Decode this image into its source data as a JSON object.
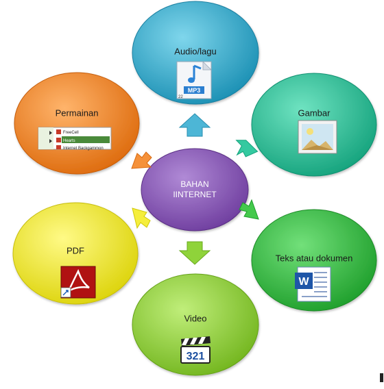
{
  "diagram": {
    "center": {
      "line1": "BAHAN",
      "line2": "IINTERNET",
      "color": "#8a55b8"
    },
    "nodes": [
      {
        "id": "audio",
        "label": "Audio/lagu",
        "color": "#2fa9c9",
        "icon": "mp3-file-icon",
        "icon_text": "MP3",
        "icon_badge": "22"
      },
      {
        "id": "gambar",
        "label": "Gambar",
        "color": "#1fbf95",
        "icon": "picture-icon"
      },
      {
        "id": "teks",
        "label": "Teks atau dokumen",
        "color": "#2ec23a",
        "icon": "word-document-icon",
        "icon_text": "W"
      },
      {
        "id": "video",
        "label": "Video",
        "color": "#8ed232",
        "icon": "video-player-icon",
        "icon_text": "321"
      },
      {
        "id": "pdf",
        "label": "PDF",
        "color": "#f2ed1a",
        "icon": "pdf-file-icon"
      },
      {
        "id": "permainan",
        "label": "Permainan",
        "color": "#f07e1c",
        "icon": "game-list-icon",
        "game_list": [
          "FreeCell",
          "Hearts",
          "Internet Backgammon"
        ]
      }
    ]
  }
}
